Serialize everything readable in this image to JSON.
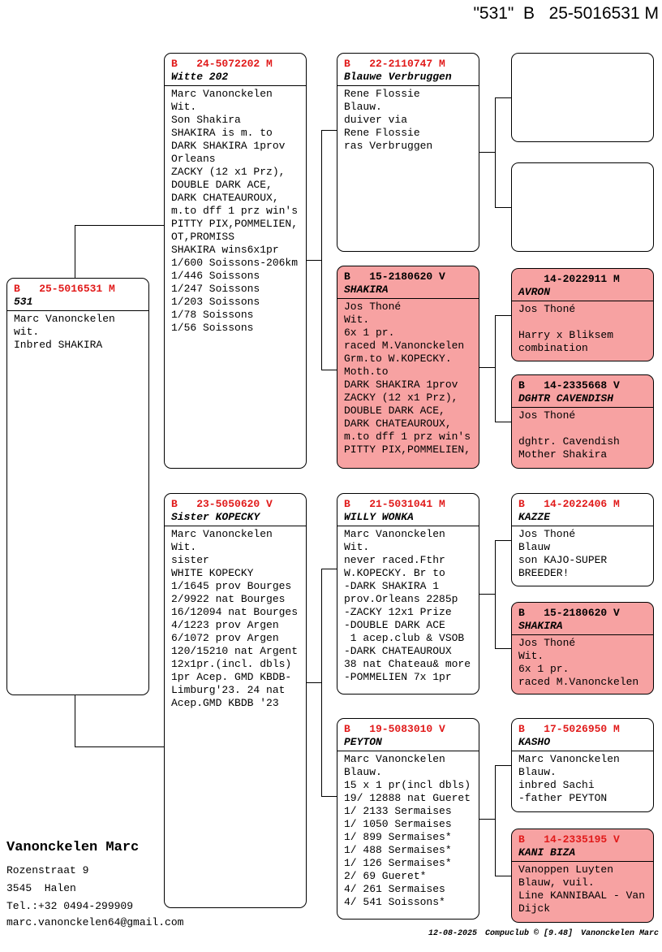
{
  "header": {
    "title": "\"531\"  B   25-5016531 M"
  },
  "colors": {
    "highlight_pink": "#f7a2a2",
    "ring_red": "#e11a1a",
    "line_black": "#000000"
  },
  "boxes": [
    {
      "id": "subject",
      "ring": "B   25-5016531 M",
      "ring_color": "red",
      "name": "531",
      "pink": false,
      "body": [
        "Marc Vanonckelen",
        "wit.",
        "Inbred SHAKIRA"
      ]
    },
    {
      "id": "father",
      "ring": "B   24-5072202 M",
      "ring_color": "red",
      "name": "Witte 202",
      "pink": false,
      "body": [
        "Marc Vanonckelen",
        "Wit.",
        "Son Shakira",
        "SHAKIRA is m. to",
        "DARK SHAKIRA 1prov",
        "Orleans",
        "ZACKY (12 x1 Prz),",
        "DOUBLE DARK ACE,",
        "DARK CHATEAUROUX,",
        "m.to dff 1 prz win's",
        "PITTY PIX,POMMELIEN,",
        "OT,PROMISS",
        "SHAKIRA wins6x1pr",
        "1/600 Soissons-206km",
        "1/446 Soissons",
        "1/247 Soissons",
        "1/203 Soissons",
        "1/78 Soissons",
        "1/56 Soissons"
      ]
    },
    {
      "id": "mother",
      "ring": "B   23-5050620 V",
      "ring_color": "red",
      "name": "Sister KOPECKY",
      "pink": false,
      "body": [
        "Marc Vanonckelen",
        "Wit.",
        "sister",
        "WHITE KOPECKY",
        "1/1645 prov Bourges",
        "2/9922 nat Bourges",
        "16/12094 nat Bourges",
        "4/1223 prov Argen",
        "6/1072 prov Argen",
        "120/15210 nat Argent",
        "12x1pr.(incl. dbls)",
        "1pr Acep. GMD KBDB-",
        "Limburg'23. 24 nat",
        "Acep.GMD KBDB '23"
      ]
    },
    {
      "id": "gp1",
      "ring": "B   22-2110747 M",
      "ring_color": "red",
      "name": "Blauwe Verbruggen",
      "pink": false,
      "body": [
        "Rene Flossie",
        "Blauw.",
        "duiver via",
        "Rene Flossie",
        "ras Verbruggen"
      ]
    },
    {
      "id": "gp2",
      "ring": "B   15-2180620 V",
      "ring_color": "black",
      "name": "SHAKIRA",
      "pink": true,
      "body": [
        "Jos Thoné",
        "Wit.",
        "6x 1 pr.",
        "raced M.Vanonckelen",
        "Grm.to W.KOPECKY.",
        "Moth.to",
        "DARK SHAKIRA 1prov",
        "ZACKY (12 x1 Prz),",
        "DOUBLE DARK ACE,",
        "DARK CHATEAUROUX,",
        "m.to dff 1 prz win's",
        "PITTY PIX,POMMELIEN,"
      ]
    },
    {
      "id": "gp3",
      "ring": "B   21-5031041 M",
      "ring_color": "red",
      "name": "WILLY WONKA",
      "pink": false,
      "body": [
        "Marc Vanonckelen",
        "Wit.",
        "never raced.Fthr",
        "W.KOPECKY. Br to",
        "-DARK SHAKIRA 1",
        "prov.Orleans 2285p",
        "-ZACKY 12x1 Prize",
        "-DOUBLE DARK ACE",
        " 1 acep.club & VSOB",
        "-DARK CHATEAUROUX",
        "38 nat Chateau& more",
        "-POMMELIEN 7x 1pr"
      ]
    },
    {
      "id": "gp4",
      "ring": "B   19-5083010 V",
      "ring_color": "red",
      "name": "PEYTON",
      "pink": false,
      "body": [
        "Marc Vanonckelen",
        "Blauw.",
        "15 x 1 pr(incl dbls)",
        "19/ 12888 nat Gueret",
        "1/ 2133 Sermaises",
        "1/ 1050 Sermaises",
        "1/ 899 Sermaises*",
        "1/ 488 Sermaises*",
        "1/ 126 Sermaises*",
        "2/ 69 Gueret*",
        "4/ 261 Sermaises",
        "4/ 541 Soissons*"
      ]
    },
    {
      "id": "ggp1",
      "empty": true,
      "pink": false
    },
    {
      "id": "ggp2",
      "empty": true,
      "pink": false
    },
    {
      "id": "ggp3",
      "ring": "    14-2022911 M",
      "ring_color": "black",
      "name": "AVRON",
      "pink": true,
      "body": [
        "Jos Thoné",
        "",
        "Harry x Bliksem",
        "combination"
      ]
    },
    {
      "id": "ggp4",
      "ring": "B   14-2335668 V",
      "ring_color": "black",
      "name": "DGHTR CAVENDISH",
      "pink": true,
      "body": [
        "Jos Thoné",
        "",
        "dghtr. Cavendish",
        "Mother Shakira"
      ]
    },
    {
      "id": "ggp5",
      "ring": "B   14-2022406 M",
      "ring_color": "red",
      "name": "KAZZE",
      "pink": false,
      "body": [
        "Jos Thoné",
        "Blauw",
        "son KAJO-SUPER",
        "BREEDER!"
      ]
    },
    {
      "id": "ggp6",
      "ring": "B   15-2180620 V",
      "ring_color": "black",
      "name": "SHAKIRA",
      "pink": true,
      "body": [
        "Jos Thoné",
        "Wit.",
        "6x 1 pr.",
        "raced M.Vanonckelen"
      ]
    },
    {
      "id": "ggp7",
      "ring": "B   17-5026950 M",
      "ring_color": "red",
      "name": "KASHO",
      "pink": false,
      "body": [
        "Marc Vanonckelen",
        "Blauw.",
        "inbred Sachi",
        "-father PEYTON"
      ]
    },
    {
      "id": "ggp8",
      "ring": "B   14-2335195 V",
      "ring_color": "red",
      "name": "KANI BIZA",
      "pink": true,
      "body": [
        "Vanoppen Luyten",
        "Blauw, vuil.",
        "Line KANNIBAAL - Van",
        "Dijck"
      ]
    }
  ],
  "owner": {
    "name": "Vanonckelen Marc",
    "address_line1": "Rozenstraat 9",
    "address_line2": "3545  Halen",
    "phone": "Tel.:+32 0494-299909",
    "email": "marc.vanonckelen64@gmail.com"
  },
  "footer": {
    "date": "12-08-2025",
    "app": "Compuclub © [9.48]",
    "owner": "Vanonckelen Marc"
  }
}
